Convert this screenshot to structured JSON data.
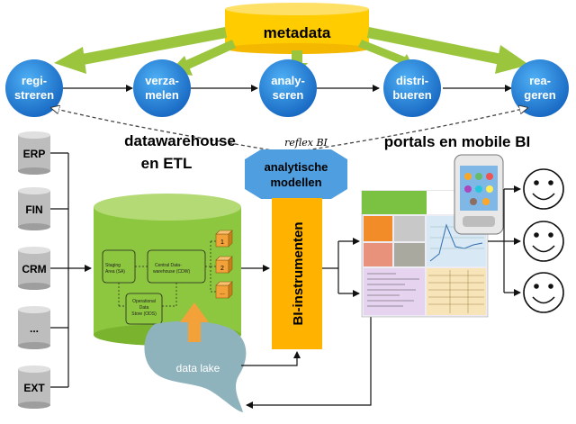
{
  "metadata": {
    "label": "metadata"
  },
  "stages": [
    {
      "key": "registreren",
      "line1": "regi-",
      "line2": "streren"
    },
    {
      "key": "verzamelen",
      "line1": "verza-",
      "line2": "melen"
    },
    {
      "key": "analyseren",
      "line1": "analy-",
      "line2": "seren"
    },
    {
      "key": "distribueren",
      "line1": "distri-",
      "line2": "bueren"
    },
    {
      "key": "reageren",
      "line1": "rea-",
      "line2": "geren"
    }
  ],
  "headings": {
    "dwh_line1": "datawarehouse",
    "dwh_line2": "en ETL",
    "reflex": "reflex BI",
    "portals": "portals en mobile BI"
  },
  "model": {
    "line1": "analytische",
    "line2": "modellen"
  },
  "bi": {
    "label": "BI-instrumenten"
  },
  "sources": [
    "ERP",
    "FIN",
    "CRM",
    "...",
    "EXT"
  ],
  "dwh": {
    "staging_line1": "Staging",
    "staging_line2": "Area (SA)",
    "central_line1": "Central Data-",
    "central_line2": "warehouse (CDW)",
    "ods_line1": "Operational",
    "ods_line2": "Data",
    "ods_line3": "Store (ODS)",
    "marts": [
      "1",
      "2",
      "..."
    ]
  },
  "lake": {
    "label": "data lake"
  },
  "colors": {
    "metadata": "#FFCC00",
    "bubble": "#1E88E5",
    "green": "#8DC63F",
    "bi": "#FFB300",
    "model": "#4F9FE0",
    "lake": "#8FB3BD",
    "cube": "#F3A23A",
    "portal_green": "#7CC242"
  },
  "icons": [
    "smiley-icon",
    "smiley-icon",
    "smiley-icon",
    "mobile-phone-icon",
    "database-cylinder-icon"
  ]
}
